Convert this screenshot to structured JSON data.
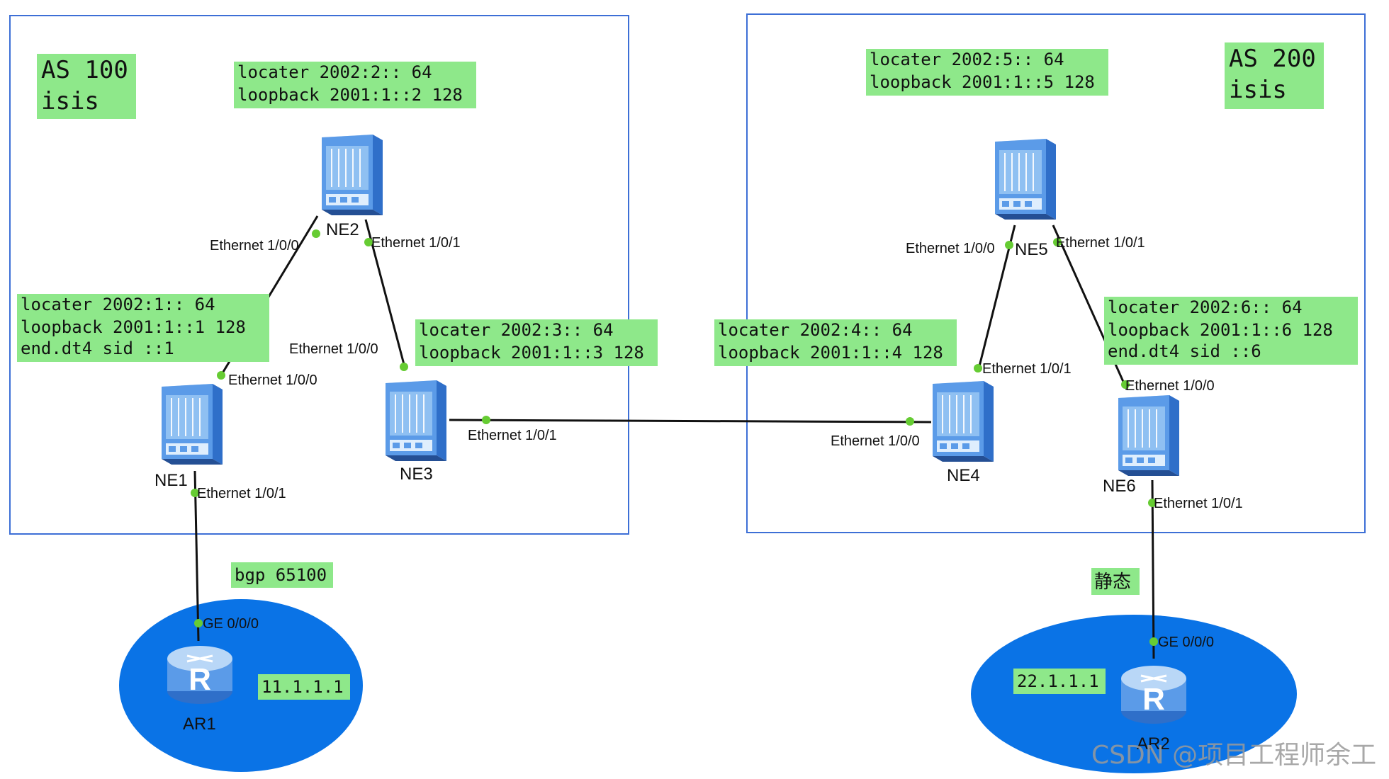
{
  "as_boxes": {
    "as100": {
      "line1": "AS 100",
      "line2": "isis"
    },
    "as200": {
      "line1": "AS 200",
      "line2": "isis"
    }
  },
  "annotations": {
    "ne2": {
      "line1": "locater 2002:2:: 64",
      "line2": "loopback 2001:1::2 128"
    },
    "ne1": {
      "line1": "locater 2002:1:: 64",
      "line2": "loopback 2001:1::1 128",
      "line3": "end.dt4 sid ::1"
    },
    "ne3": {
      "line1": "locater 2002:3:: 64",
      "line2": "loopback 2001:1::3 128"
    },
    "ne5": {
      "line1": "locater 2002:5:: 64",
      "line2": "loopback 2001:1::5 128"
    },
    "ne4": {
      "line1": "locater 2002:4:: 64",
      "line2": "loopback 2001:1::4 128"
    },
    "ne6": {
      "line1": "locater 2002:6:: 64",
      "line2": "loopback 2001:1::6 128",
      "line3": "end.dt4 sid ::6"
    },
    "bgp": "bgp 65100",
    "static": "静态",
    "ar1_ip": "11.1.1.1",
    "ar2_ip": "22.1.1.1"
  },
  "devices": {
    "ne1": "NE1",
    "ne2": "NE2",
    "ne3": "NE3",
    "ne4": "NE4",
    "ne5": "NE5",
    "ne6": "NE6",
    "ar1": "AR1",
    "ar2": "AR2"
  },
  "interfaces": {
    "ne2_e0": "Ethernet 1/0/0",
    "ne2_e1": "Ethernet 1/0/1",
    "ne1_e0": "Ethernet 1/0/0",
    "ne1_e1": "Ethernet 1/0/1",
    "ne3_e0": "Ethernet 1/0/0",
    "ne3_e1": "Ethernet 1/0/1",
    "ne5_e0": "Ethernet 1/0/0",
    "ne5_e1": "Ethernet 1/0/1",
    "ne4_e0": "Ethernet 1/0/0",
    "ne4_e1": "Ethernet 1/0/1",
    "ne6_e0": "Ethernet 1/0/0",
    "ne6_e1": "Ethernet 1/0/1",
    "ar1_ge": "GE 0/0/0",
    "ar2_ge": "GE 0/0/0"
  },
  "watermark": "CSDN @项目工程师余工",
  "colors": {
    "label_bg": "#8ee88a",
    "as_border": "#3d6fd6",
    "network_blue": "#0a73e6",
    "port_dot": "#66cc33",
    "link": "#111111",
    "switch_front": "#5b9be8",
    "switch_top": "#a9cdf5",
    "switch_side": "#2f6fc9"
  }
}
